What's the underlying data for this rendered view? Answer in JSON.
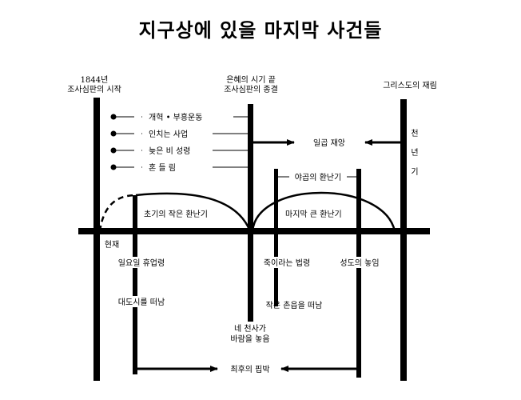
{
  "title": "지구상에 있을 마지막 사건들",
  "top_labels": {
    "left_line1": "1844년",
    "left_line2": "조사심판의 시작",
    "mid_line1": "은혜의 시기 끝",
    "mid_line2": "조사심판의 종결",
    "right": "그리스도의 재림"
  },
  "bullets": [
    "개혁 • 부흥운동",
    "인치는 사업",
    "늦은 비 성령",
    "혼   들   림"
  ],
  "plagues": "일곱 재앙",
  "millennium": [
    "천",
    "년",
    "기"
  ],
  "jacob_trouble": "야곱의 환난기",
  "little_trouble": "초기의 작은 환난기",
  "great_trouble": "마지막 큰 환난기",
  "present": "현재",
  "sunday_law": "일요일 휴업령",
  "leave_cities": "대도시를 떠남",
  "death_decree": "죽이라는 법령",
  "deliverance": "성도의 놓임",
  "leave_villages": "작은 촌읍을 떠남",
  "four_angels_line1": "네 천사가",
  "four_angels_line2": "바람을 놓음",
  "final_persecution": "최후의 핍박"
}
